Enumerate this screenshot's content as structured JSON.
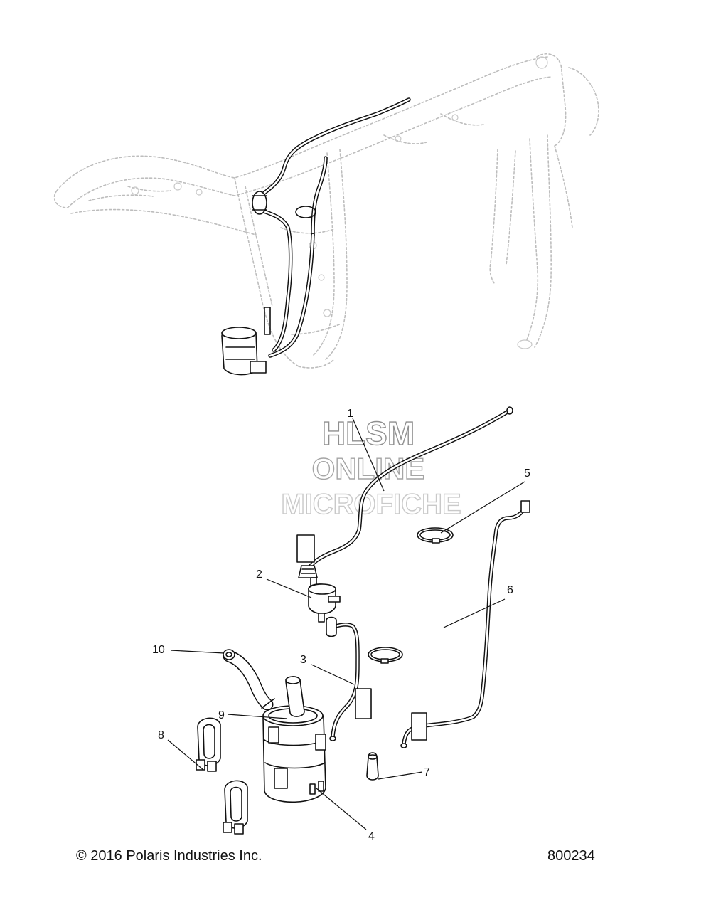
{
  "callouts": [
    {
      "id": "1",
      "label": "1"
    },
    {
      "id": "2",
      "label": "2"
    },
    {
      "id": "3",
      "label": "3"
    },
    {
      "id": "4",
      "label": "4"
    },
    {
      "id": "5",
      "label": "5"
    },
    {
      "id": "6",
      "label": "6"
    },
    {
      "id": "7",
      "label": "7"
    },
    {
      "id": "8",
      "label": "8"
    },
    {
      "id": "9",
      "label": "9"
    },
    {
      "id": "10",
      "label": "10"
    }
  ],
  "watermark": {
    "line1": "HLSM",
    "line2": "ONLINE",
    "line3": "MICROFICHE"
  },
  "footer": {
    "copyright": "© 2016 Polaris Industries Inc.",
    "diagram_number": "800234"
  },
  "colors": {
    "frame": "#bdbdbd",
    "parts": "#111111",
    "watermark_stroke": "#9a9a9a"
  }
}
